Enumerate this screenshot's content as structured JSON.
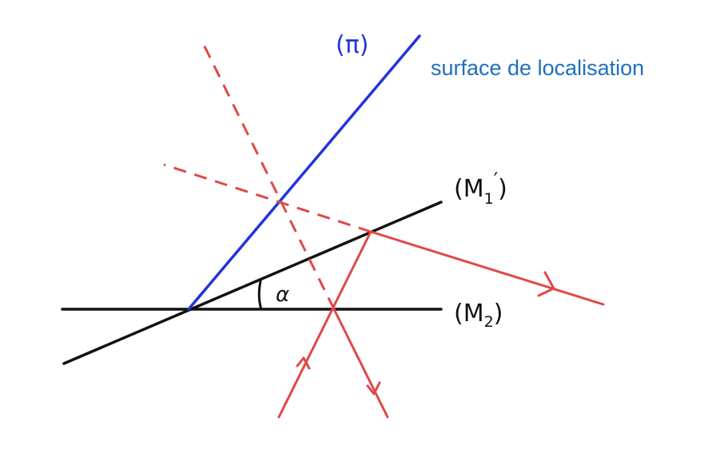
{
  "labels": {
    "plane": "(π)",
    "caption": "surface de localisation",
    "mirror1": "(M",
    "mirror1_sub": "1",
    "mirror1_prime": "′",
    "mirror1_close": ")",
    "mirror2": "(M",
    "mirror2_sub": "2",
    "mirror2_close": ")",
    "angle": "α"
  },
  "colors": {
    "plane": "#2233dd",
    "caption": "#1f6fbf",
    "mirror": "#111111",
    "ray": "#e04848"
  }
}
